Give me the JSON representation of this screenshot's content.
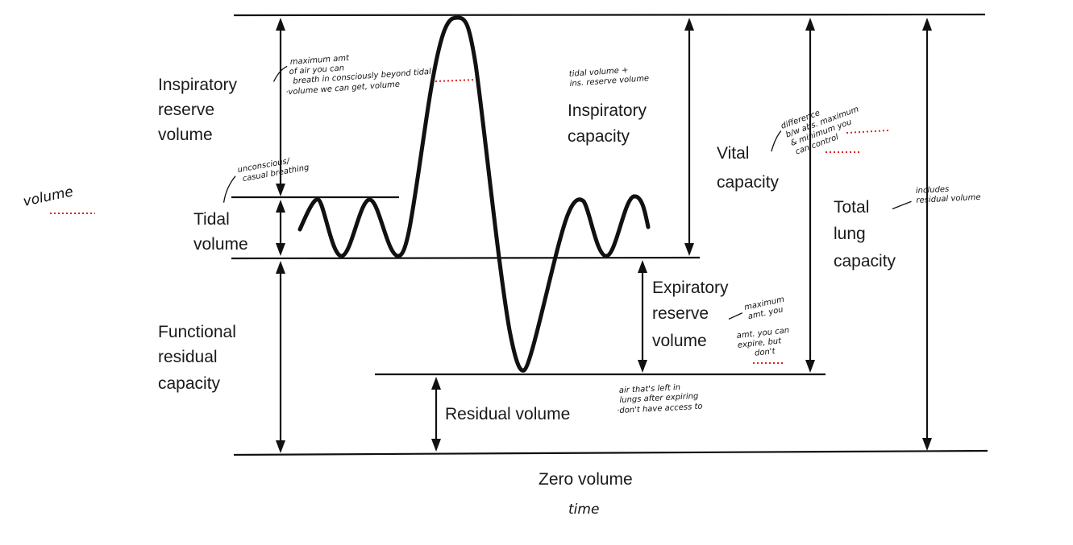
{
  "labels": {
    "inspiratory_reserve": [
      "Inspiratory",
      "reserve",
      "volume"
    ],
    "tidal": [
      "Tidal",
      "volume"
    ],
    "functional_residual": [
      "Functional",
      "residual",
      "capacity"
    ],
    "inspiratory_capacity": [
      "Inspiratory",
      "capacity"
    ],
    "vital_capacity": [
      "Vital",
      "capacity"
    ],
    "total_lung_capacity": [
      "Total",
      "lung",
      "capacity"
    ],
    "expiratory_reserve": [
      "Expiratory",
      "reserve",
      "volume"
    ],
    "residual_volume": "Residual volume",
    "zero_volume": "Zero volume"
  },
  "handwritten": {
    "y_axis": "volume",
    "x_axis": "time",
    "irv_note": [
      "maximum amt",
      "of air you can",
      "breath in consciously beyond tidal",
      "·volume we can get,     volume"
    ],
    "ic_note": [
      "tidal volume +",
      "ins. reserve volume"
    ],
    "tidal_note": [
      "unconscious/",
      "casual breathing"
    ],
    "vc_note": [
      "difference",
      "b/w abs. maximum",
      "& minimum you",
      "can control"
    ],
    "tlc_note": [
      "includes",
      "residual volume"
    ],
    "erv_note_1": [
      "maximum",
      "amt. you"
    ],
    "erv_note_2": [
      "amt. you can",
      "expire, but",
      "don't"
    ],
    "rv_note": [
      "air that's left in",
      "lungs after expiring",
      "·don't have access to"
    ]
  }
}
